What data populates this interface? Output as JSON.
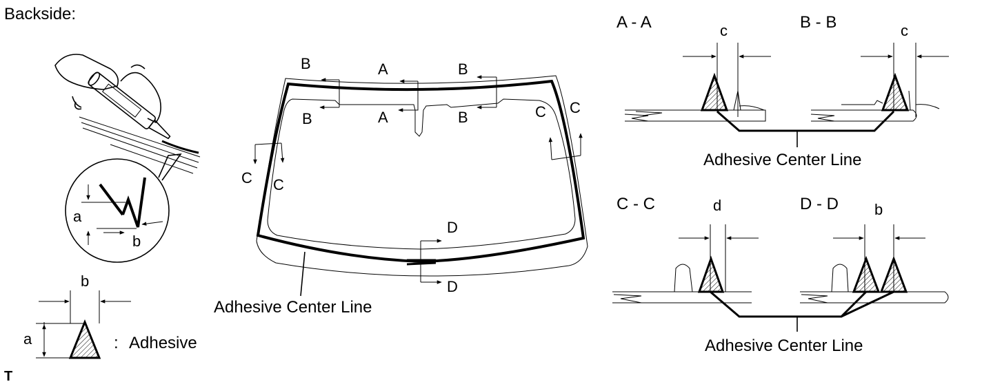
{
  "header": {
    "title": "Backside:"
  },
  "footer": {
    "mark": "T"
  },
  "legend": {
    "label": "Adhesive",
    "separator": ":",
    "dim_a": "a",
    "dim_b": "b"
  },
  "nozzle_detail": {
    "dim_a": "a",
    "dim_b": "b"
  },
  "windshield": {
    "caption": "Adhesive Center Line",
    "section_labels": [
      "A",
      "A",
      "B",
      "B",
      "B",
      "B",
      "C",
      "C",
      "C",
      "C",
      "D",
      "D"
    ]
  },
  "sections": {
    "aa": {
      "title": "A - A",
      "dim": "c"
    },
    "bb": {
      "title": "B - B",
      "dim": "c"
    },
    "cc": {
      "title": "C - C",
      "dim": "d"
    },
    "dd": {
      "title": "D - D",
      "dim": "b"
    },
    "top_caption": "Adhesive Center Line",
    "bottom_caption": "Adhesive Center Line"
  }
}
